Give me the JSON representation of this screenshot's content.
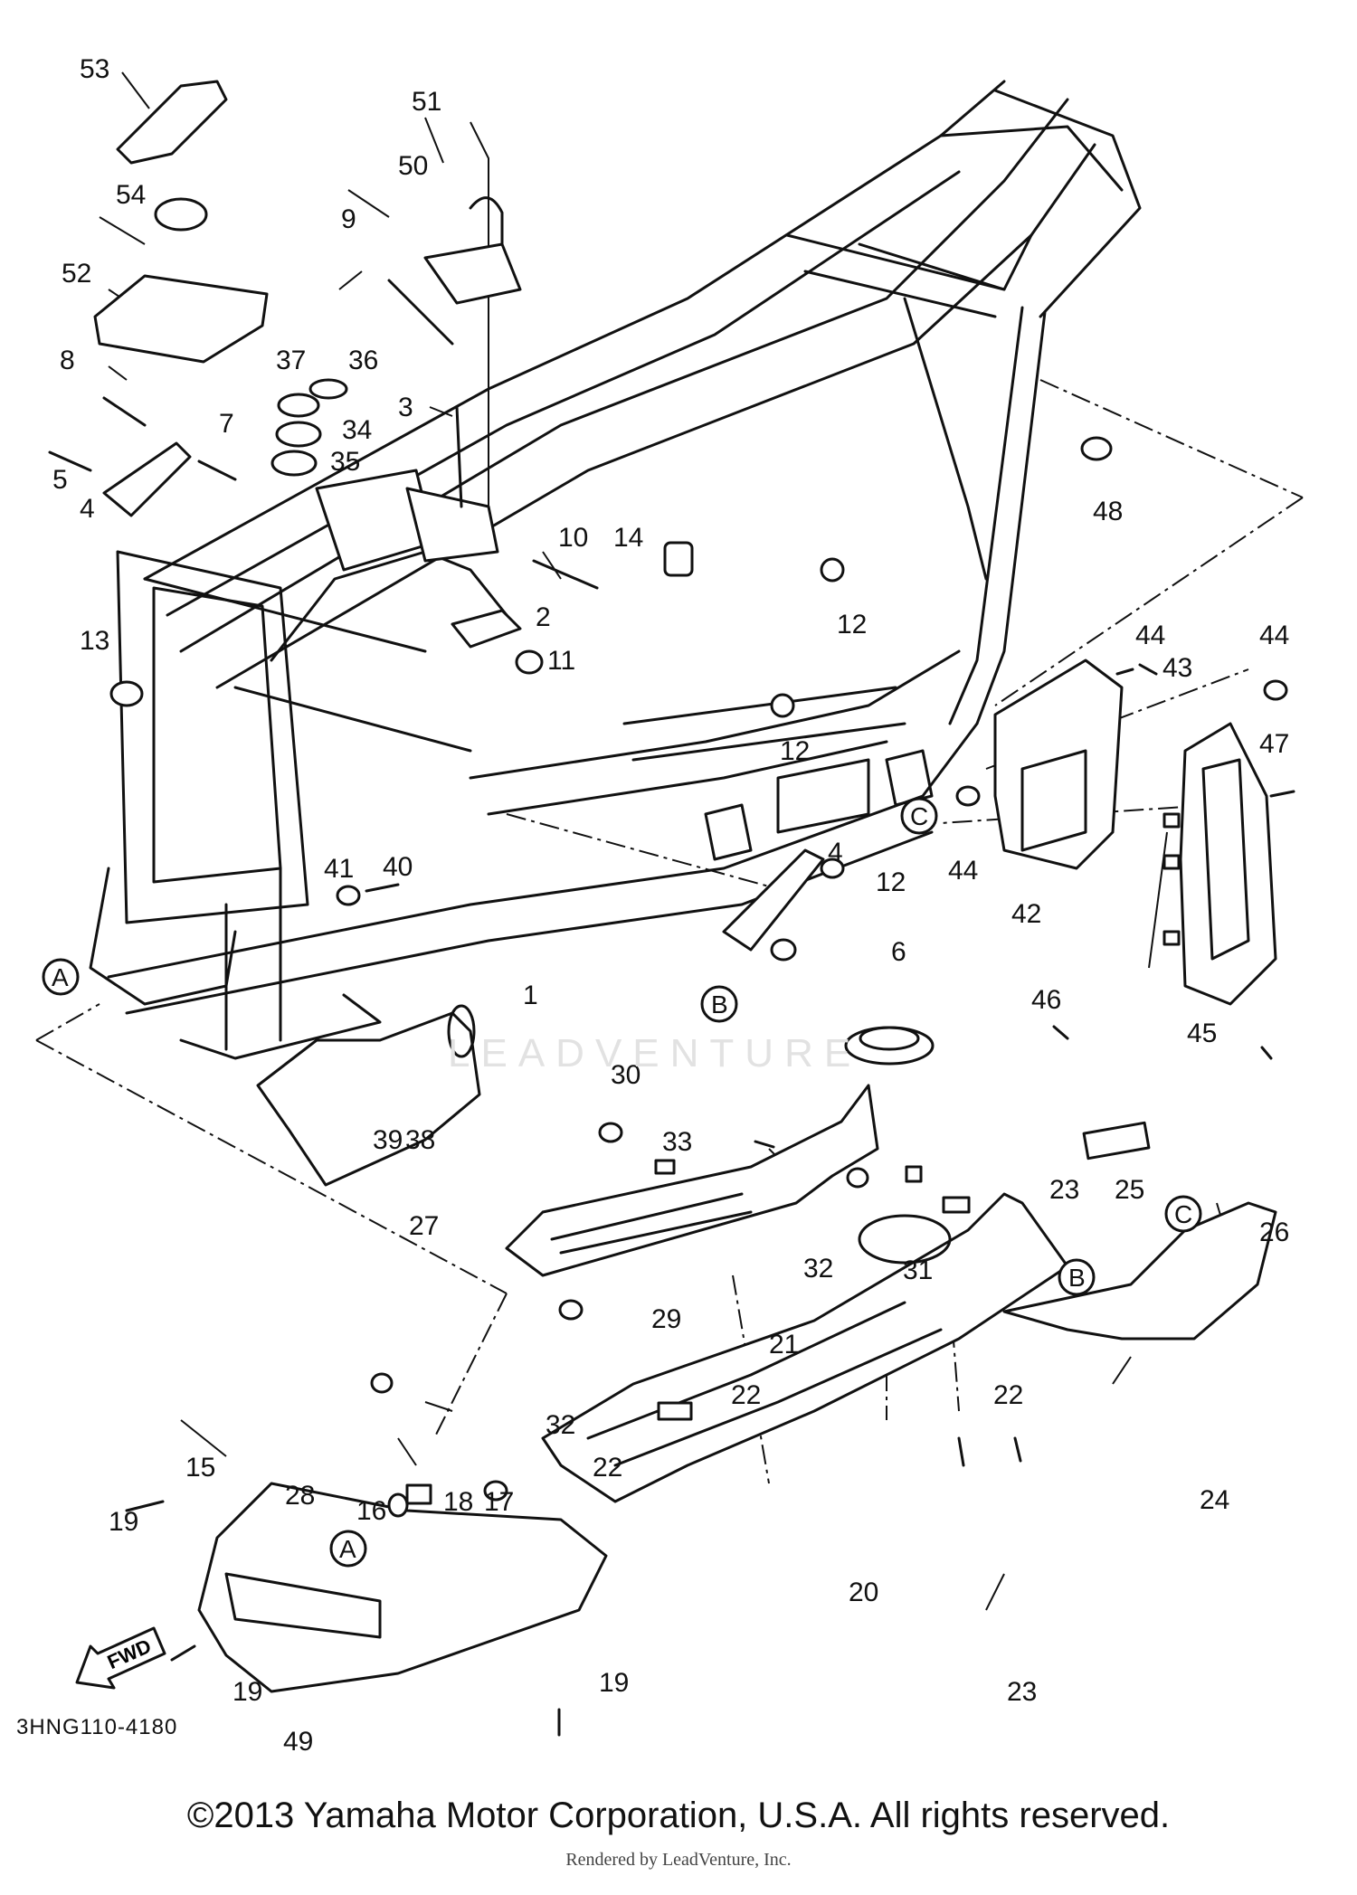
{
  "diagram_code": "3HNG110-4180",
  "copyright": "©2013 Yamaha Motor Corporation, U.S.A. All rights reserved.",
  "rendered_by": "Rendered by LeadVenture, Inc.",
  "watermark": "LEADVENTURE",
  "fwd_label": "FWD",
  "callouts": [
    {
      "id": "c53",
      "text": "53"
    },
    {
      "id": "c54",
      "text": "54"
    },
    {
      "id": "c52",
      "text": "52"
    },
    {
      "id": "c51",
      "text": "51"
    },
    {
      "id": "c50",
      "text": "50"
    },
    {
      "id": "c9",
      "text": "9"
    },
    {
      "id": "c8",
      "text": "8"
    },
    {
      "id": "c37",
      "text": "37"
    },
    {
      "id": "c36",
      "text": "36"
    },
    {
      "id": "c3",
      "text": "3"
    },
    {
      "id": "c34",
      "text": "34"
    },
    {
      "id": "c7",
      "text": "7"
    },
    {
      "id": "c35",
      "text": "35"
    },
    {
      "id": "c5",
      "text": "5"
    },
    {
      "id": "c4a",
      "text": "4"
    },
    {
      "id": "c48",
      "text": "48"
    },
    {
      "id": "c10",
      "text": "10"
    },
    {
      "id": "c14",
      "text": "14"
    },
    {
      "id": "c12a",
      "text": "12"
    },
    {
      "id": "c2",
      "text": "2"
    },
    {
      "id": "c11",
      "text": "11"
    },
    {
      "id": "c13",
      "text": "13"
    },
    {
      "id": "c44a",
      "text": "44"
    },
    {
      "id": "c43",
      "text": "43"
    },
    {
      "id": "c44b",
      "text": "44"
    },
    {
      "id": "c12b",
      "text": "12"
    },
    {
      "id": "c47",
      "text": "47"
    },
    {
      "id": "c44c",
      "text": "44"
    },
    {
      "id": "c42",
      "text": "42"
    },
    {
      "id": "c4b",
      "text": "4"
    },
    {
      "id": "c12c",
      "text": "12"
    },
    {
      "id": "c41",
      "text": "41"
    },
    {
      "id": "c40",
      "text": "40"
    },
    {
      "id": "c6",
      "text": "6"
    },
    {
      "id": "c46",
      "text": "46"
    },
    {
      "id": "c45",
      "text": "45"
    },
    {
      "id": "c1",
      "text": "1"
    },
    {
      "id": "c30",
      "text": "30"
    },
    {
      "id": "c33",
      "text": "33"
    },
    {
      "id": "c39",
      "text": "39"
    },
    {
      "id": "c38",
      "text": "38"
    },
    {
      "id": "c27",
      "text": "27"
    },
    {
      "id": "c23a",
      "text": "23"
    },
    {
      "id": "c25",
      "text": "25"
    },
    {
      "id": "c26",
      "text": "26"
    },
    {
      "id": "c32a",
      "text": "32"
    },
    {
      "id": "c31",
      "text": "31"
    },
    {
      "id": "c29",
      "text": "29"
    },
    {
      "id": "c21",
      "text": "21"
    },
    {
      "id": "c22a",
      "text": "22"
    },
    {
      "id": "c22b",
      "text": "22"
    },
    {
      "id": "c32b",
      "text": "32"
    },
    {
      "id": "c22c",
      "text": "22"
    },
    {
      "id": "c28",
      "text": "28"
    },
    {
      "id": "c24",
      "text": "24"
    },
    {
      "id": "c15",
      "text": "15"
    },
    {
      "id": "c18",
      "text": "18"
    },
    {
      "id": "c17",
      "text": "17"
    },
    {
      "id": "c16",
      "text": "16"
    },
    {
      "id": "c19a",
      "text": "19"
    },
    {
      "id": "c20",
      "text": "20"
    },
    {
      "id": "c23b",
      "text": "23"
    },
    {
      "id": "c19b",
      "text": "19"
    },
    {
      "id": "c19c",
      "text": "19"
    },
    {
      "id": "c49",
      "text": "49"
    }
  ],
  "reference_letters": [
    {
      "id": "rA1",
      "text": "A"
    },
    {
      "id": "rB1",
      "text": "B"
    },
    {
      "id": "rC1",
      "text": "C"
    },
    {
      "id": "rC2",
      "text": "C"
    },
    {
      "id": "rB2",
      "text": "B"
    },
    {
      "id": "rA2",
      "text": "A"
    }
  ]
}
